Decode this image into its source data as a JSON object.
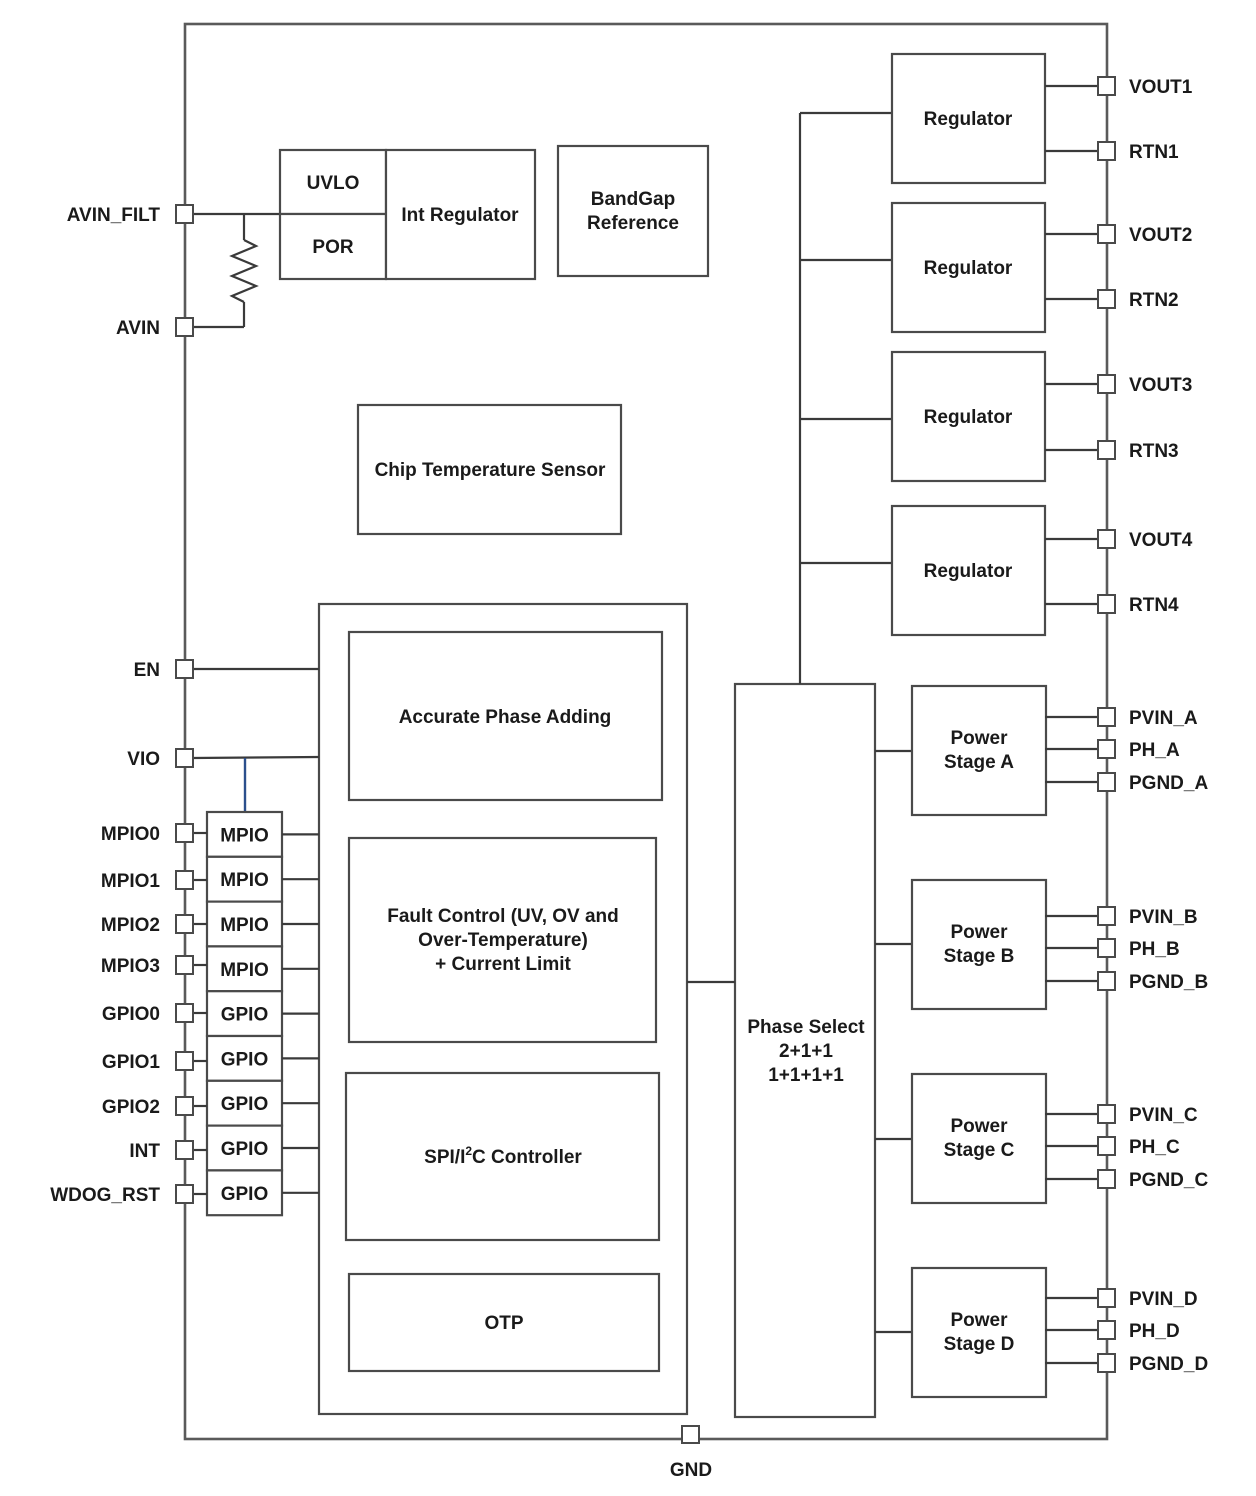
{
  "blocks": {
    "uvlo": "UVLO",
    "por": "POR",
    "int_regulator": "Int Regulator",
    "bandgap_line1": "BandGap",
    "bandgap_line2": "Reference",
    "chip_temp_sensor": "Chip Temperature Sensor",
    "accurate_phase_adding": "Accurate Phase Adding",
    "fault_line1": "Fault Control (UV, OV and",
    "fault_line2": "Over-Temperature)",
    "fault_line3": "+ Current Limit",
    "spi_prefix": "SPI/I",
    "spi_sup": "2",
    "spi_suffix": "C Controller",
    "otp": "OTP",
    "phase_select_line1": "Phase Select",
    "phase_select_line2": "2+1+1",
    "phase_select_line3": "1+1+1+1",
    "regulator": "Regulator",
    "power": "Power",
    "stage_a": "Stage A",
    "stage_b": "Stage B",
    "stage_c": "Stage C",
    "stage_d": "Stage D",
    "mpio": "MPIO",
    "gpio": "GPIO"
  },
  "pins": {
    "left": [
      "AVIN_FILT",
      "AVIN",
      "EN",
      "VIO",
      "MPIO0",
      "MPIO1",
      "MPIO2",
      "MPIO3",
      "GPIO0",
      "GPIO1",
      "GPIO2",
      "INT",
      "WDOG_RST"
    ],
    "right": [
      "VOUT1",
      "RTN1",
      "VOUT2",
      "RTN2",
      "VOUT3",
      "RTN3",
      "VOUT4",
      "RTN4",
      "PVIN_A",
      "PH_A",
      "PGND_A",
      "PVIN_B",
      "PH_B",
      "PGND_B",
      "PVIN_C",
      "PH_C",
      "PGND_C",
      "PVIN_D",
      "PH_D",
      "PGND_D"
    ],
    "bottom": "GND"
  },
  "colors": {
    "vio_link": "#2b4f8c"
  }
}
